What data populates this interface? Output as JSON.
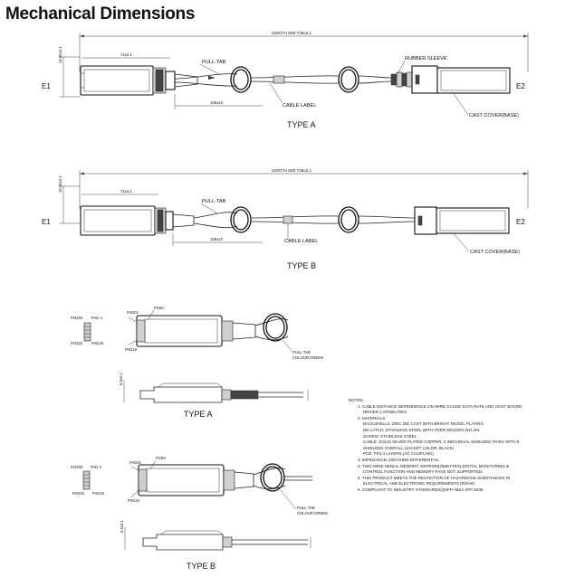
{
  "title": "Mechanical Dimensions",
  "dims": {
    "length": "LENGTH SEE TABLE 1",
    "conn_len": "72±0.1",
    "cable_len": "108±10",
    "height_a": "18.35±0.1",
    "height_b": "18.35±0.1",
    "side_h": "8.5±0.1"
  },
  "labels": {
    "e1": "E1",
    "e2": "E2",
    "pull_tab": "PULL-TAB",
    "rubber_sleeve": "RUBBER SLEEVE",
    "cable_label": "CABLE LABEL",
    "cast_cover": "CAST COVER(BASE)",
    "pad01": "PAD01",
    "pcba": "PCBA",
    "pad19": "PAD19",
    "pad38": "PAD38",
    "pad20": "PAD20",
    "pad19_small": "PAD19",
    "pad_x": "PAD 4",
    "pull_tab_colour": "PULL-TAB",
    "colour_green": "COLOUR:GREEN"
  },
  "types": {
    "a": "TYPE A",
    "b": "TYPE B"
  },
  "notes": {
    "heading": "NOTES:",
    "n1": "1. CABLE DISTANCE DEPENDENCE ON WIRE GAUGE DATA RATE,AND HOST BOARD",
    "n1b": "DRIVER CAPABILITIES",
    "n2": "2. MATERIALS:",
    "n2a": "BACKSHELLS: ZINC DIE CAST WITH BRIGHT NICKEL PLATING",
    "n2b": "DE-LATCH: STAINLESS STEEL WITH OVER MOLDED NYLON",
    "n2c": "SCREW: STAINLESS STEEL",
    "n2d": "CABLE: SOLID SILVER PLATED COPPER, 2 INDIVIDUAL SHIELDED PAIRS WITH 8",
    "n2e": "SHIELDED OVERALL    (JACKET COLOR: BLACK)",
    "n2f": "PCB: FR4,4 LAYERS,(AC COUPLING)",
    "n3": "3. IMPEDANCE=100 OHMS DIFFERENTIAL",
    "n4": "4. TWO-WIRE SERIAL MEMORY: EEPROM(256BYTES),DIGITAL MONITORING &",
    "n4b": "CONTROL FUNCTION AND MEMORY PAGE NOT SUPPORTED.",
    "n5": "5. THIS PRODUCT MEETS THE RESTICTION OF HAZARDOUS SUBSTANCES IN",
    "n5b": "ELECTRICAL AND ELECTRONIC REQUIREMENTS (ROHS)",
    "n6": "6. COMPLIANT TO INDUSTRY STANDARDS(QSFP+MSA SFF-8436"
  }
}
